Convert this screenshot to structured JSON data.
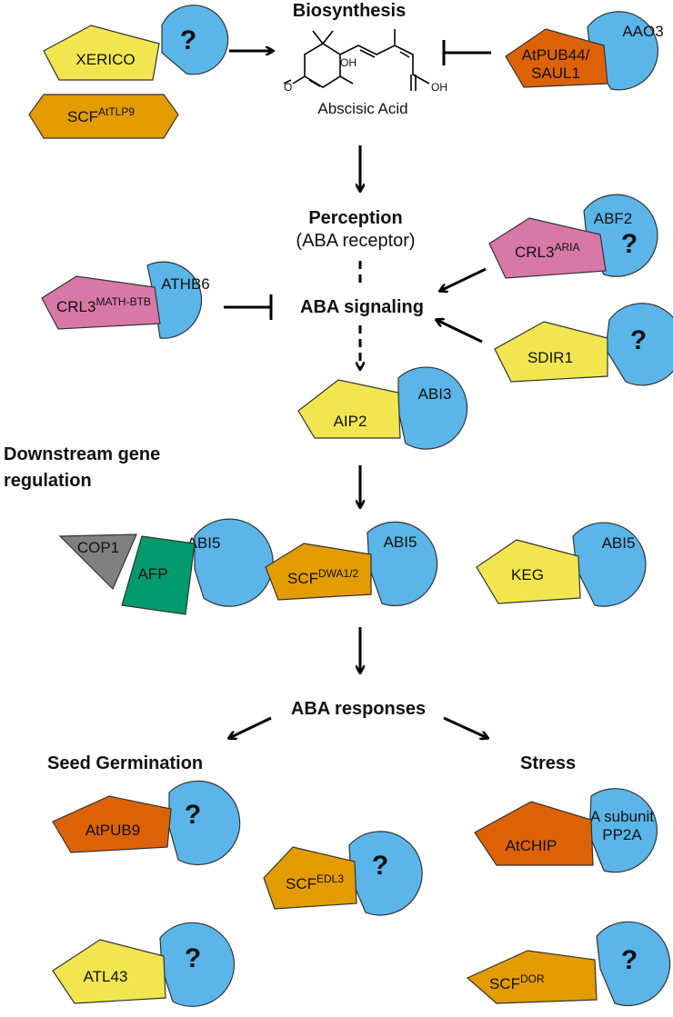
{
  "colors": {
    "blue": "#5bb5e8",
    "yellow": "#f1e64f",
    "orange": "#e29c00",
    "darkOrange": "#dd6206",
    "pink": "#d878a6",
    "green": "#009a6c",
    "gray": "#808080",
    "outline": "#333333"
  },
  "headings": {
    "biosynthesis": "Biosynthesis",
    "abscisic_acid": "Abscisic Acid",
    "perception": "Perception",
    "aba_receptor": "(ABA receptor)",
    "aba_signaling": "ABA signaling",
    "downstream_line1": "Downstream gene",
    "downstream_line2": "regulation",
    "aba_responses": "ABA responses",
    "seed_germination": "Seed Germination",
    "stress": "Stress"
  },
  "chem_labels": {
    "oh": "OH",
    "o": "O",
    "oh2": "OH"
  },
  "complexes": {
    "xerico": {
      "e3": "XERICO",
      "sub": "?"
    },
    "scf_atlp9": {
      "e3": "SCF",
      "sup": "AtTLP9"
    },
    "atpub44": {
      "e3_line1": "AtPUB44/",
      "e3_line2": "SAUL1",
      "sub": "AAO3"
    },
    "crl3_aria": {
      "e3": "CRL3",
      "sup": "ARIA",
      "sub": "ABF2",
      "q": "?"
    },
    "crl3_mathbtb": {
      "e3": "CRL3",
      "sup": "MATH-BTB",
      "sub": "ATHB6"
    },
    "sdir1": {
      "e3": "SDIR1",
      "sub": "?"
    },
    "aip2": {
      "e3": "AIP2",
      "sub": "ABI3"
    },
    "cop1_afp": {
      "cop1": "COP1",
      "afp": "AFP",
      "sub": "ABI5"
    },
    "scf_dwa": {
      "e3": "SCF",
      "sup": "DWA1/2",
      "sub": "ABI5"
    },
    "keg": {
      "e3": "KEG",
      "sub": "ABI5"
    },
    "atpub9": {
      "e3": "AtPUB9",
      "sub": "?"
    },
    "atl43": {
      "e3": "ATL43",
      "sub": "?"
    },
    "scf_edl3": {
      "e3": "SCF",
      "sup": "EDL3",
      "sub": "?"
    },
    "atchip": {
      "e3": "AtCHIP",
      "sub_line1": "A subunit",
      "sub_line2": "PP2A"
    },
    "scf_dor": {
      "e3": "SCF",
      "sup": "DOR",
      "sub": "?"
    }
  }
}
